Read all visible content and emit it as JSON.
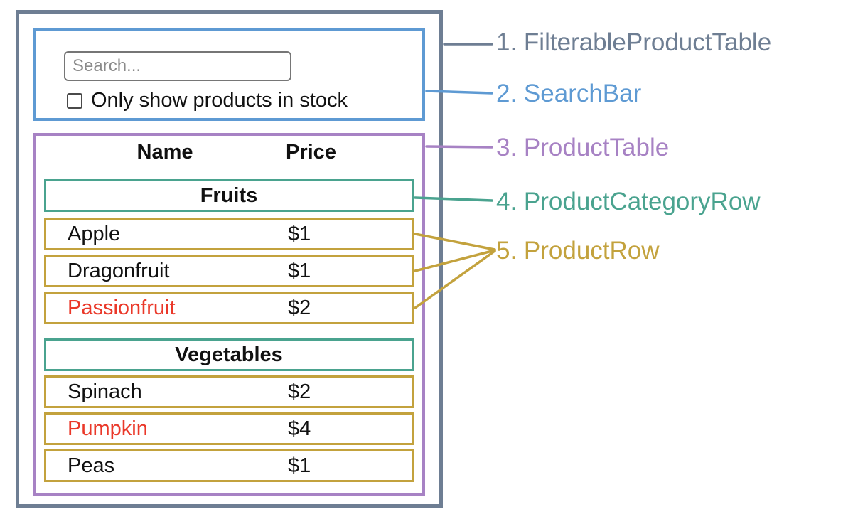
{
  "colors": {
    "frame": "#6e7e93",
    "search_bar": "#5e9ad3",
    "product_table": "#a782c4",
    "category_row": "#4aa38f",
    "product_row": "#c3a23d",
    "out_of_stock": "#ea3829",
    "text": "#111111"
  },
  "search_bar": {
    "placeholder": "Search...",
    "checkbox_label": "Only show products in stock",
    "checkbox_checked": false
  },
  "table": {
    "columns": [
      "Name",
      "Price"
    ],
    "sections": [
      {
        "category": "Fruits",
        "rows": [
          {
            "name": "Apple",
            "price": "$1",
            "out_of_stock": false
          },
          {
            "name": "Dragonfruit",
            "price": "$1",
            "out_of_stock": false
          },
          {
            "name": "Passionfruit",
            "price": "$2",
            "out_of_stock": true
          }
        ]
      },
      {
        "category": "Vegetables",
        "rows": [
          {
            "name": "Spinach",
            "price": "$2",
            "out_of_stock": false
          },
          {
            "name": "Pumpkin",
            "price": "$4",
            "out_of_stock": true
          },
          {
            "name": "Peas",
            "price": "$1",
            "out_of_stock": false
          }
        ]
      }
    ]
  },
  "legend": [
    {
      "label": "1. FilterableProductTable"
    },
    {
      "label": "2. SearchBar"
    },
    {
      "label": "3. ProductTable"
    },
    {
      "label": "4. ProductCategoryRow"
    },
    {
      "label": "5. ProductRow"
    }
  ]
}
